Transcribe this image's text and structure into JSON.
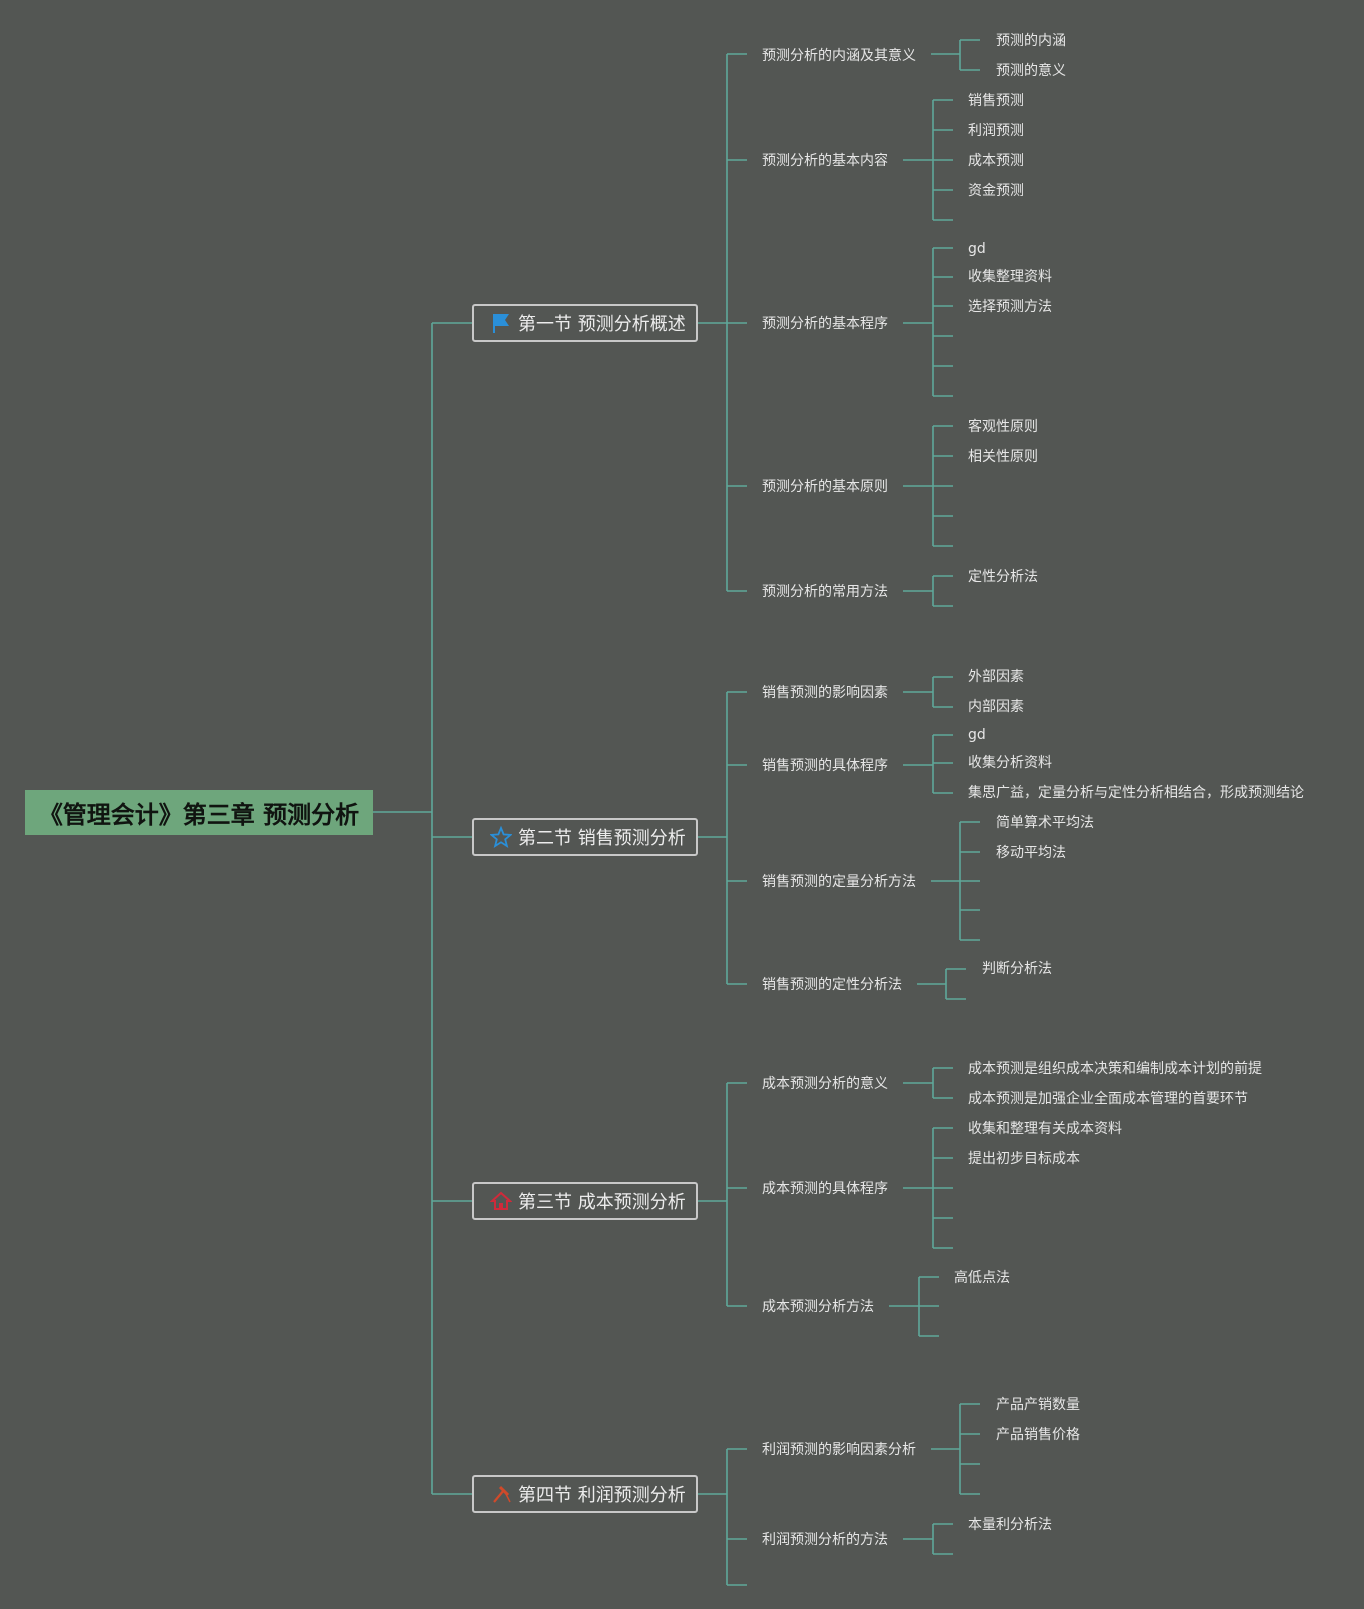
{
  "root": {
    "label": "《管理会计》第三章 预测分析"
  },
  "sections": [
    {
      "label": "第一节 预测分析概述",
      "icon": "flag-icon",
      "topics": [
        {
          "label": "预测分析的内涵及其意义",
          "children": [
            "预测的内涵",
            "预测的意义"
          ]
        },
        {
          "label": "预测分析的基本内容",
          "children": [
            "销售预测",
            "利润预测",
            "成本预测",
            "资金预测",
            ""
          ]
        },
        {
          "label": "预测分析的基本程序",
          "children": [
            "gd",
            "收集整理资料",
            "选择预测方法",
            "",
            "",
            ""
          ]
        },
        {
          "label": "预测分析的基本原则",
          "children": [
            "客观性原则",
            "相关性原则",
            "",
            "",
            ""
          ]
        },
        {
          "label": "预测分析的常用方法",
          "children": [
            "定性分析法",
            ""
          ]
        }
      ]
    },
    {
      "label": "第二节 销售预测分析",
      "icon": "star-icon",
      "topics": [
        {
          "label": "销售预测的影响因素",
          "children": [
            "外部因素",
            "内部因素"
          ]
        },
        {
          "label": "销售预测的具体程序",
          "children": [
            "gd",
            "收集分析资料",
            "集思广益，定量分析与定性分析相结合，形成预测结论"
          ]
        },
        {
          "label": "销售预测的定量分析方法",
          "children": [
            "简单算术平均法",
            "移动平均法",
            "",
            "",
            ""
          ]
        },
        {
          "label": "销售预测的定性分析法",
          "children": [
            "判断分析法",
            ""
          ]
        }
      ]
    },
    {
      "label": "第三节 成本预测分析",
      "icon": "home-icon",
      "topics": [
        {
          "label": "成本预测分析的意义",
          "children": [
            "成本预测是组织成本决策和编制成本计划的前提",
            "成本预测是加强企业全面成本管理的首要环节"
          ]
        },
        {
          "label": "成本预测的具体程序",
          "children": [
            "收集和整理有关成本资料",
            "提出初步目标成本",
            "",
            "",
            ""
          ]
        },
        {
          "label": "成本预测分析方法",
          "children": [
            "高低点法",
            "",
            ""
          ]
        }
      ]
    },
    {
      "label": "第四节 利润预测分析",
      "icon": "hammer-icon",
      "topics": [
        {
          "label": "利润预测的影响因素分析",
          "children": [
            "产品产销数量",
            "产品销售价格",
            "",
            ""
          ]
        },
        {
          "label": "利润预测分析的方法",
          "children": [
            "本量利分析法",
            ""
          ]
        },
        {
          "label": "",
          "children": []
        }
      ]
    }
  ],
  "colors": {
    "background": "#535653",
    "line": "#5fa89a",
    "root": "#6ea67c",
    "flag": "#2a8fd8",
    "star": "#2a8fd8",
    "home": "#d02a3a",
    "hammer": "#d04a2a"
  }
}
